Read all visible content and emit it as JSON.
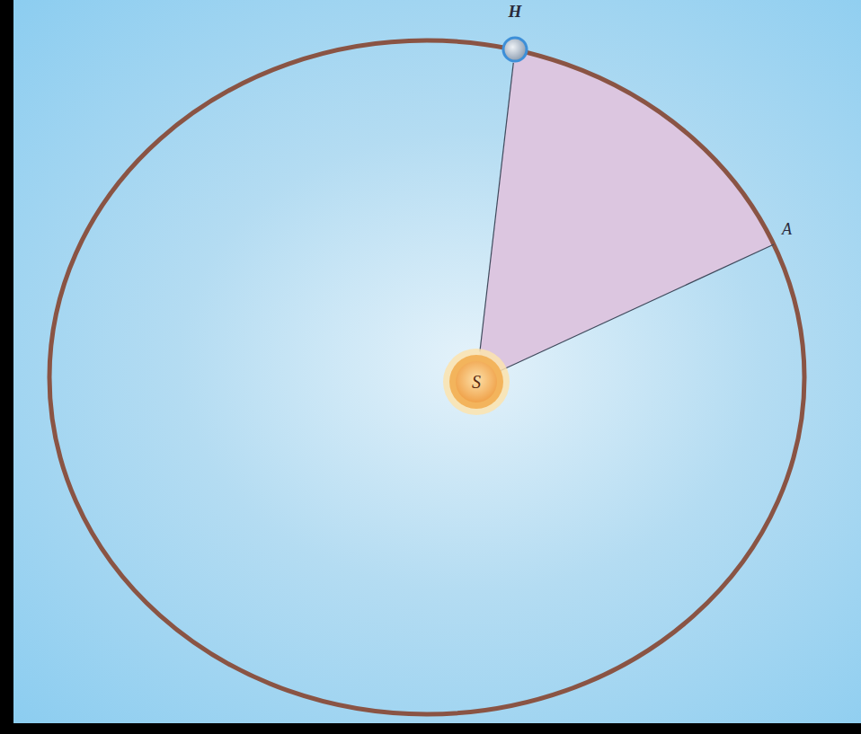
{
  "diagram": {
    "nodes": [
      {
        "text": [
          "S"
        ]
      },
      {
        "text": [
          "H"
        ]
      }
    ],
    "edges": [
      {
        "from": 0,
        "to": 1,
        "arrow": "none"
      }
    ],
    "labels": [
      "A"
    ]
  }
}
